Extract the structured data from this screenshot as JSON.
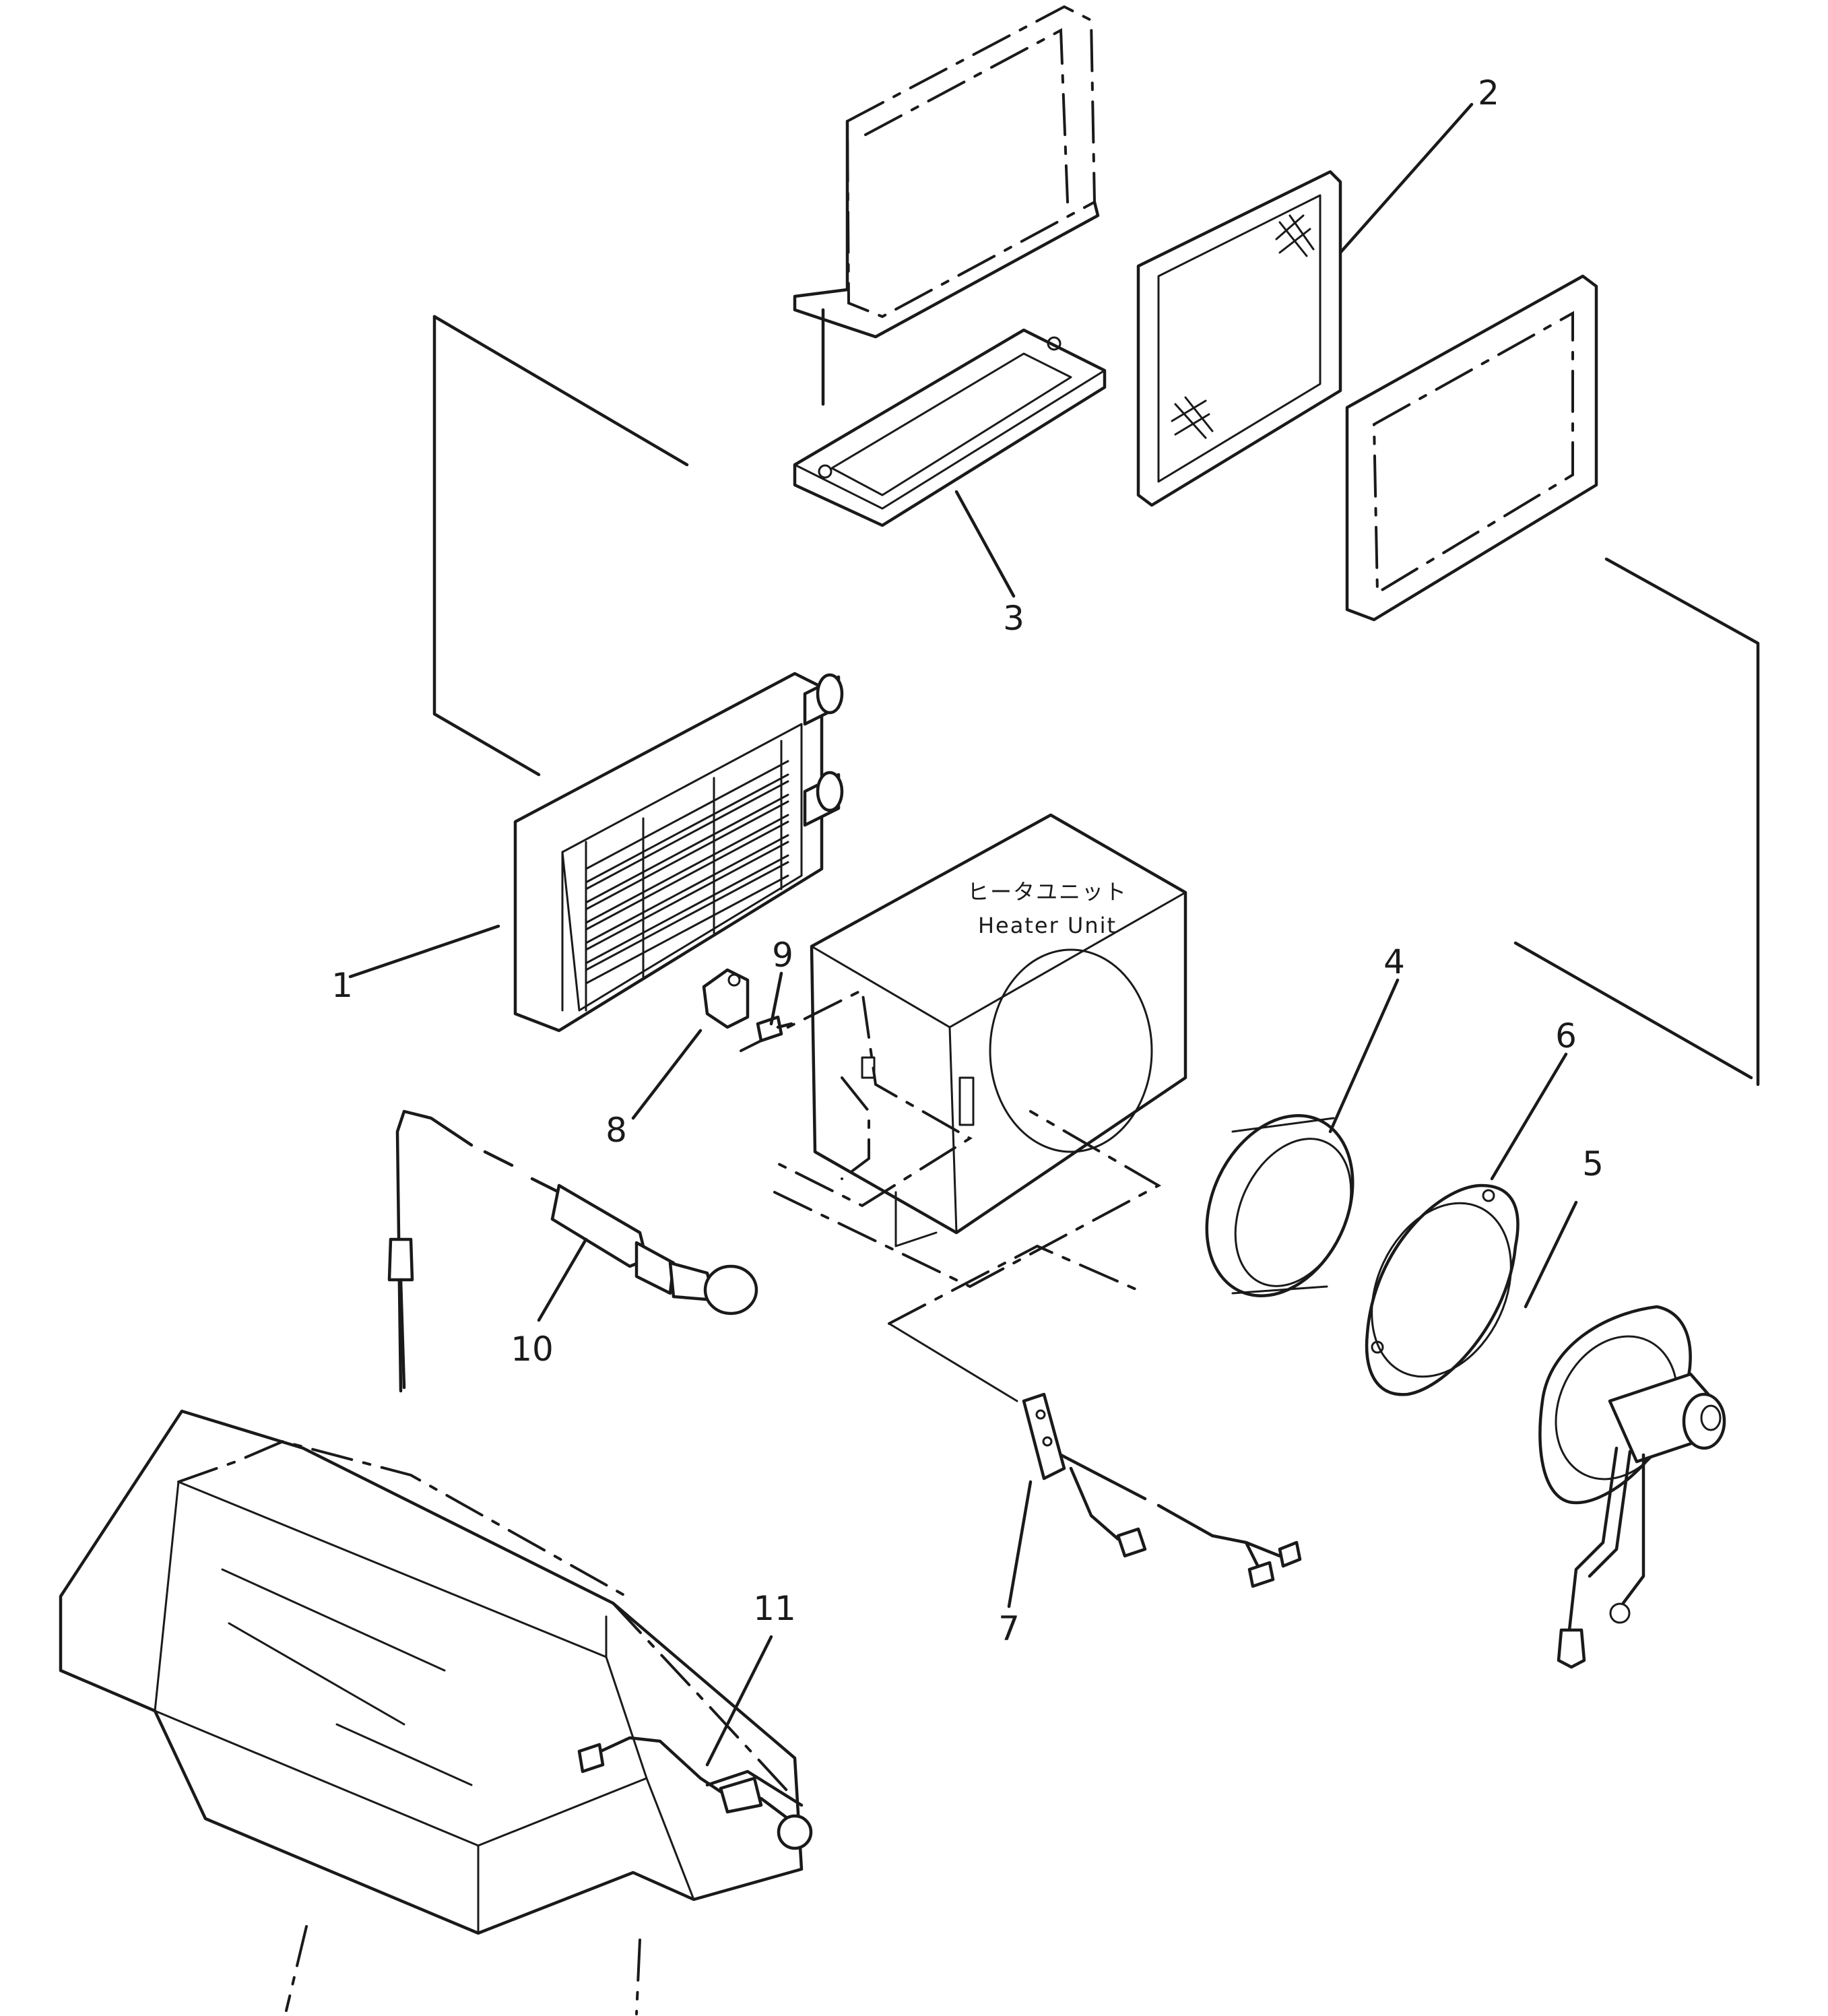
{
  "diagram": {
    "caption_jp": "ヒータユニット",
    "caption_en": "Heater Unit",
    "callouts": [
      {
        "id": "callout-1",
        "label": "1"
      },
      {
        "id": "callout-2",
        "label": "2"
      },
      {
        "id": "callout-3",
        "label": "3"
      },
      {
        "id": "callout-4",
        "label": "4"
      },
      {
        "id": "callout-5",
        "label": "5"
      },
      {
        "id": "callout-6",
        "label": "6"
      },
      {
        "id": "callout-7",
        "label": "7"
      },
      {
        "id": "callout-8",
        "label": "8"
      },
      {
        "id": "callout-9",
        "label": "9"
      },
      {
        "id": "callout-10",
        "label": "10"
      },
      {
        "id": "callout-11",
        "label": "11"
      }
    ]
  }
}
